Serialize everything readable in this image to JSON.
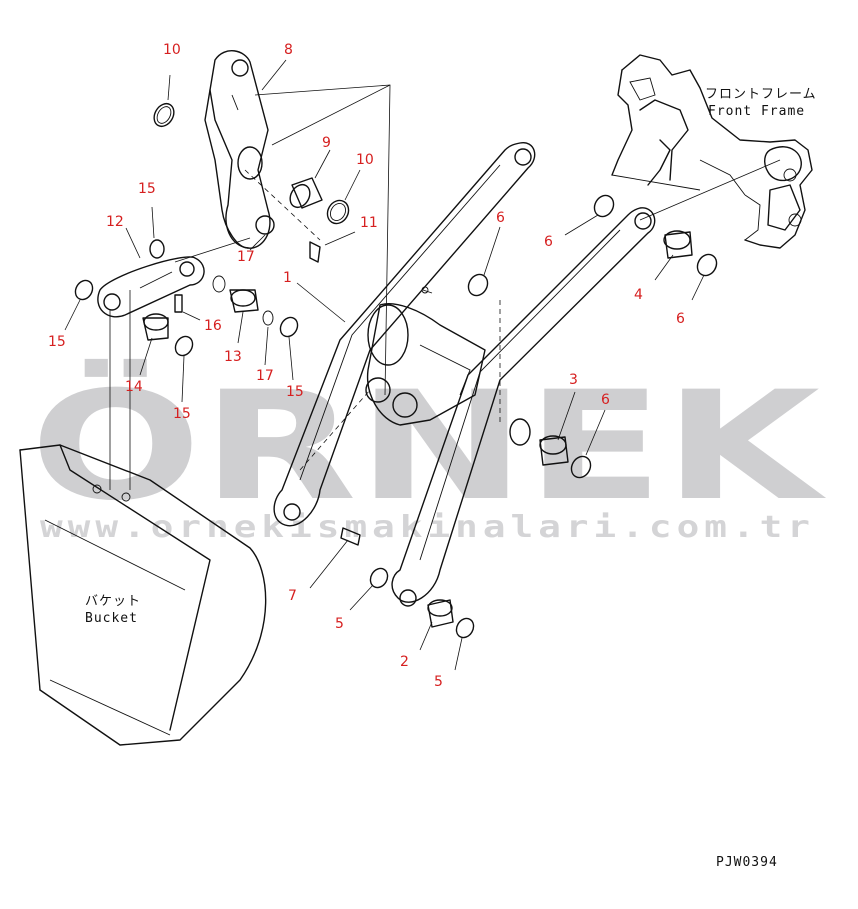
{
  "diagram": {
    "callouts": [
      "10",
      "8",
      "9",
      "10",
      "11",
      "15",
      "12",
      "17",
      "6",
      "6",
      "4",
      "6",
      "1",
      "15",
      "16",
      "13",
      "17",
      "15",
      "14",
      "15",
      "3",
      "6",
      "7",
      "5",
      "2",
      "5"
    ],
    "labels": {
      "front_frame_jp": "フロントフレーム",
      "front_frame_en": "Front Frame",
      "bucket_jp": "バケット",
      "bucket_en": "Bucket",
      "drawing_code": "PJW0394"
    },
    "watermark": {
      "brand": "ÖRNEK",
      "url": "www.ornekismakinalari.com.tr"
    }
  }
}
